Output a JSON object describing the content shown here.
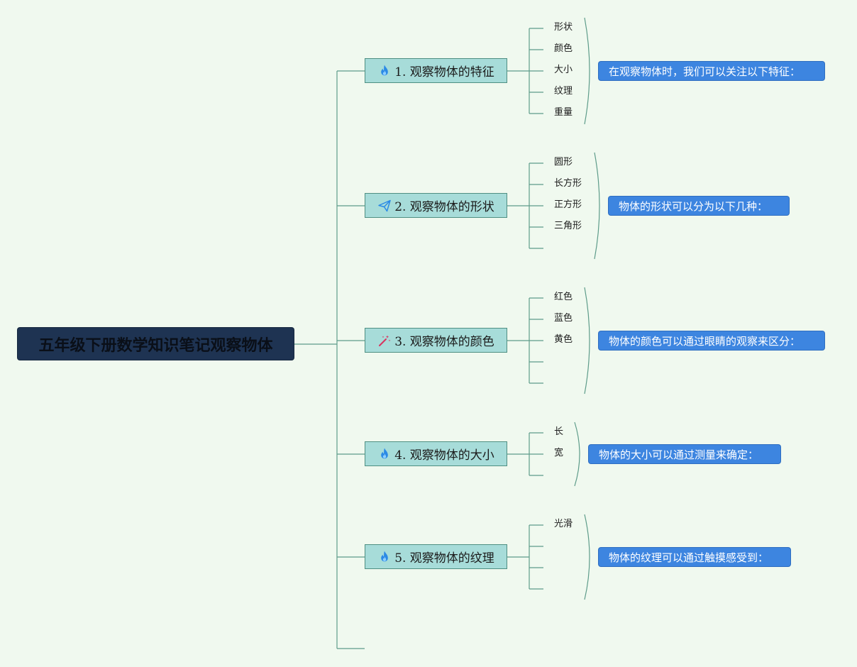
{
  "root": {
    "label": "五年级下册数学知识笔记观察物体"
  },
  "topics": [
    {
      "label": "1. 观察物体的特征",
      "icon": "fire-icon",
      "leaves": [
        "形状",
        "颜色",
        "大小",
        "纹理",
        "重量"
      ],
      "summary": "在观察物体时，我们可以关注以下特征："
    },
    {
      "label": "2. 观察物体的形状",
      "icon": "paper-plane-icon",
      "leaves": [
        "圆形",
        "长方形",
        "正方形",
        "三角形",
        ""
      ],
      "summary": "物体的形状可以分为以下几种："
    },
    {
      "label": "3. 观察物体的颜色",
      "icon": "magic-wand-icon",
      "leaves": [
        "红色",
        "蓝色",
        "黄色",
        "",
        ""
      ],
      "summary": "物体的颜色可以通过眼睛的观察来区分："
    },
    {
      "label": "4. 观察物体的大小",
      "icon": "fire-icon",
      "leaves": [
        "长",
        "宽",
        ""
      ],
      "summary": "物体的大小可以通过测量来确定："
    },
    {
      "label": "5. 观察物体的纹理",
      "icon": "fire-icon",
      "leaves": [
        "光滑",
        "",
        "",
        ""
      ],
      "summary": "物体的纹理可以通过触摸感受到："
    }
  ],
  "colors": {
    "background": "#f0f9ef",
    "root_fill": "#1e3352",
    "topic_fill": "#a7dcd9",
    "topic_border": "#4f8f82",
    "connector": "#5e9c8a",
    "callout_fill": "#3d85e0"
  }
}
